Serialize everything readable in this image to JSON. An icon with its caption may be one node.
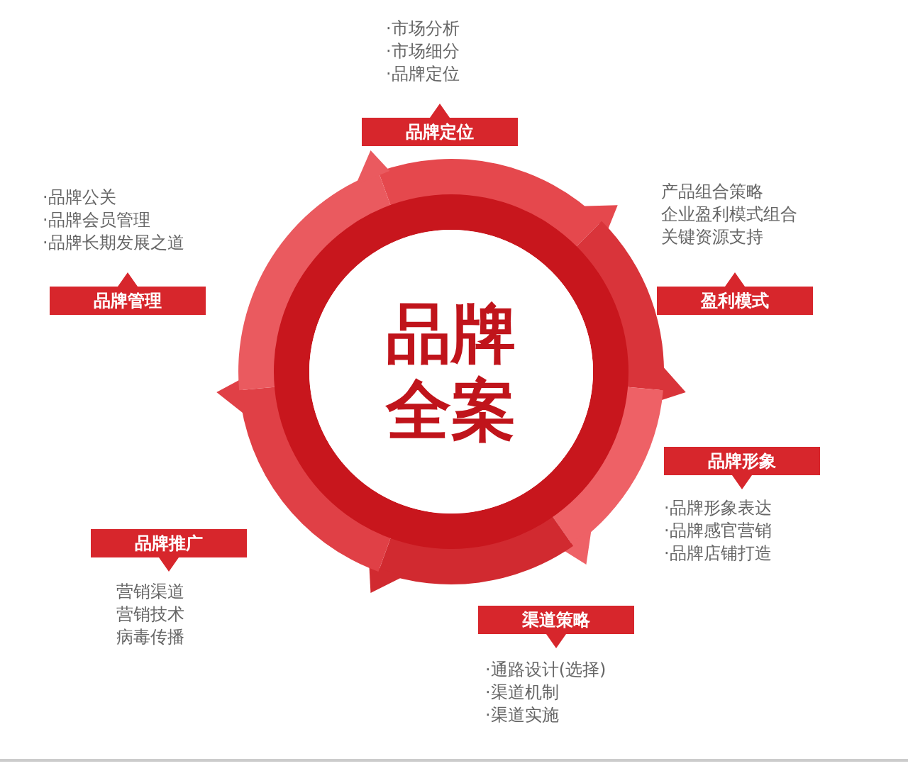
{
  "diagram": {
    "nodes": [
      {
        "text": [
          "品牌全案"
        ]
      },
      {
        "text": [
          "品牌定位"
        ],
        "beside": [
          "·市场分析",
          "·市场细分",
          "·品牌定位"
        ]
      },
      {
        "text": [
          "品牌管理"
        ],
        "beside": [
          "·品牌公关",
          "·品牌会员管理",
          "·品牌长期发展之道"
        ]
      },
      {
        "text": [
          "盈利模式"
        ],
        "beside": [
          "产品组合策略",
          "企业盈利模式组合",
          "关键资源支持"
        ]
      },
      {
        "text": [
          "品牌形象"
        ],
        "beside": [
          "·品牌形象表达",
          "·品牌感官营销",
          "·品牌店铺打造"
        ]
      },
      {
        "text": [
          "品牌推广"
        ],
        "beside": [
          "营销渠道",
          "营销技术",
          "病毒传播"
        ]
      },
      {
        "text": [
          "渠道策略"
        ],
        "beside": [
          "·通路设计(选择)",
          "·渠道机制",
          "·渠道实施"
        ]
      }
    ],
    "edges": []
  }
}
